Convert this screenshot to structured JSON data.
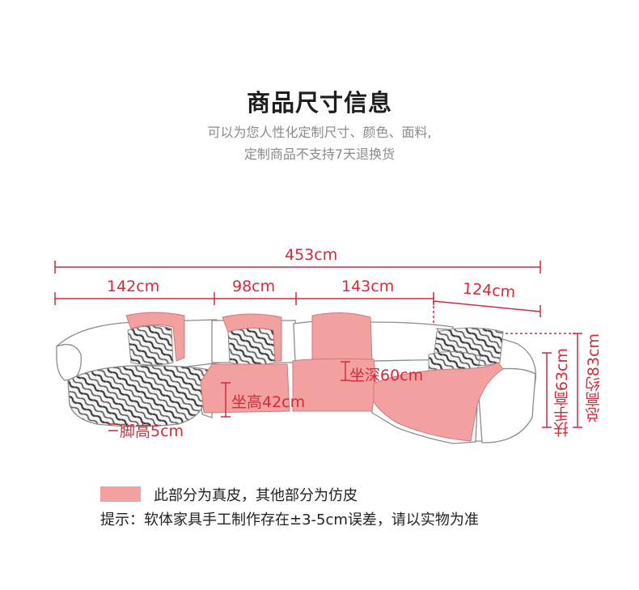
{
  "header": {
    "title": "商品尺寸信息",
    "subtitle_line1": "可以为您人性化定制尺寸、颜色、面料,",
    "subtitle_line2": "定制商品不支持7天退换货"
  },
  "dimensions": {
    "total_length": "453cm",
    "section1": "142cm",
    "section2": "98cm",
    "section3": "143cm",
    "section4": "124cm",
    "seat_depth": "坐深60cm",
    "seat_height": "坐高42cm",
    "leg_height": "脚高5cm",
    "armrest_height": "扶手高63cm",
    "total_height": "总高约83cm"
  },
  "legend": {
    "swatch_color": "#f2a0a0",
    "text": "此部分为真皮，其他部分为仿皮"
  },
  "note": "提示：软体家具手工制作存在±3-5cm误差，请以实物为准",
  "colors": {
    "dimension_line": "#d6293a",
    "genuine_leather": "#f2a0a0",
    "pattern": "#555555"
  }
}
